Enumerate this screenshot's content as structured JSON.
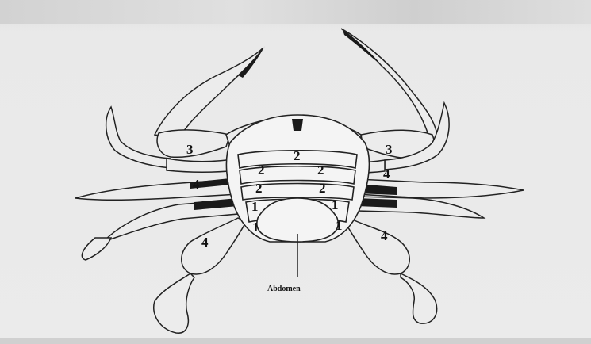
{
  "diagram": {
    "labels": {
      "carapace_center": "2",
      "left_upper": "3",
      "right_upper": "3",
      "left_mid": "4",
      "right_mid": "4",
      "left_seg2": "2",
      "right_seg2": "2",
      "left_seg2b": "2",
      "right_seg2b": "2",
      "left_seg1": "1",
      "right_seg1": "1",
      "left_seg1b": "1",
      "right_seg1b": "1",
      "left_low4": "4",
      "right_low4": "4"
    },
    "caption": "Abdomen"
  }
}
